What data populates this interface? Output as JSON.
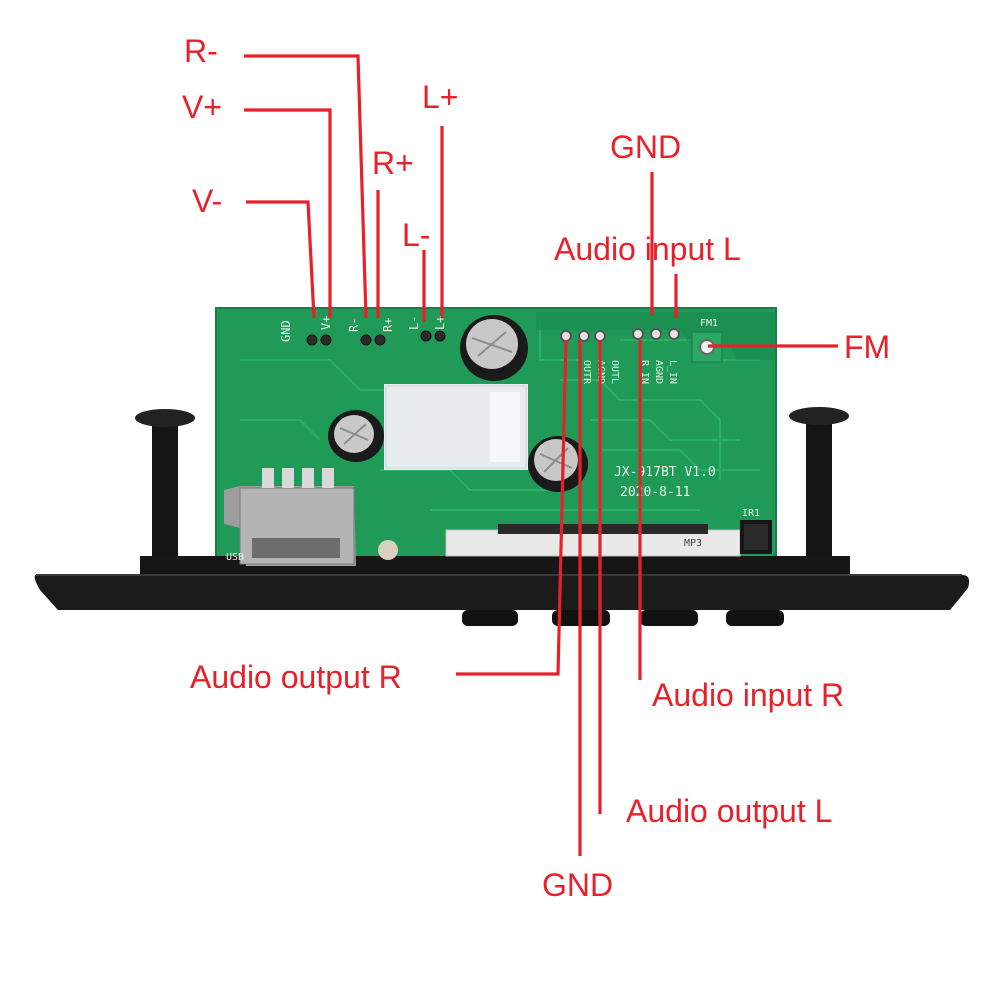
{
  "labels": {
    "r_minus": "R-",
    "v_plus": "V+",
    "r_plus": "R+",
    "l_plus": "L+",
    "v_minus": "V-",
    "l_minus": "L-",
    "gnd_top": "GND",
    "audio_input_l": "Audio input L",
    "fm": "FM",
    "audio_output_r": "Audio output R",
    "audio_input_r": "Audio input R",
    "audio_output_l": "Audio output L",
    "gnd_bottom": "GND"
  },
  "board_silkscreen": {
    "gnd": "GND",
    "v_plus": "V+",
    "r_minus": "R-",
    "r_plus": "R+",
    "l_minus": "L-",
    "l_plus": "L+",
    "out_r": "OUTR",
    "agnd_left": "AGND",
    "out_l": "OUTL",
    "r_in": "R_IN",
    "agnd_right": "AGND",
    "l_in": "L_IN",
    "fm1": "FM1",
    "model": "JX-917BT V1.0",
    "date": "2020-8-11",
    "usb_ref": "USB",
    "ir": "IR1",
    "mp3": "MP3"
  },
  "colors": {
    "callout": "#e8202a",
    "pcb": "#1f9a57",
    "panel": "#1b1b1b"
  }
}
